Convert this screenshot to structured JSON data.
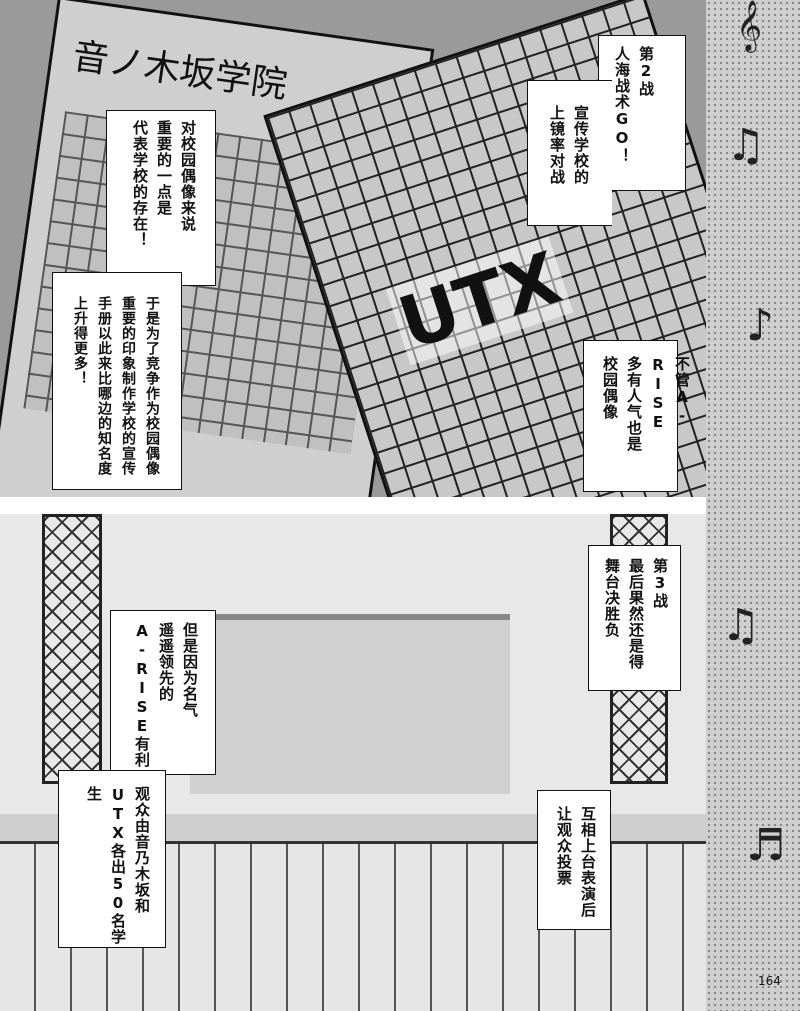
{
  "top_panel": {
    "sign_school": "音ノ木坂学院",
    "sign_utx": "UTX",
    "captions": [
      {
        "lines": [
          "第2战",
          "人海战术GO！"
        ]
      },
      {
        "lines": [
          "宣传学校的",
          "上镜率对战"
        ]
      },
      {
        "lines": [
          "对校园偶像来说",
          "重要的一点是",
          "代表学校的存在！"
        ]
      },
      {
        "lines": [
          "于是为了竞争作为校园偶像",
          "重要的印象制作学校的宣传",
          "手册以此来比哪边的知名度",
          "上升得更多！"
        ]
      },
      {
        "lines": [
          "不管A-RISE",
          "多有人气也是",
          "校园偶像"
        ]
      }
    ]
  },
  "bottom_panel": {
    "captions": [
      {
        "lines": [
          "第3战",
          "最后果然还是得",
          "舞台决胜负"
        ]
      },
      {
        "lines": [
          "但是因为名气",
          "遥遥领先的",
          "A-RISE有利"
        ]
      },
      {
        "lines": [
          "观众由音乃木坂和",
          "UTX各出50名学生"
        ]
      },
      {
        "lines": [
          "互相上台表演后",
          "让观众投票"
        ]
      }
    ]
  },
  "page_number": "164"
}
